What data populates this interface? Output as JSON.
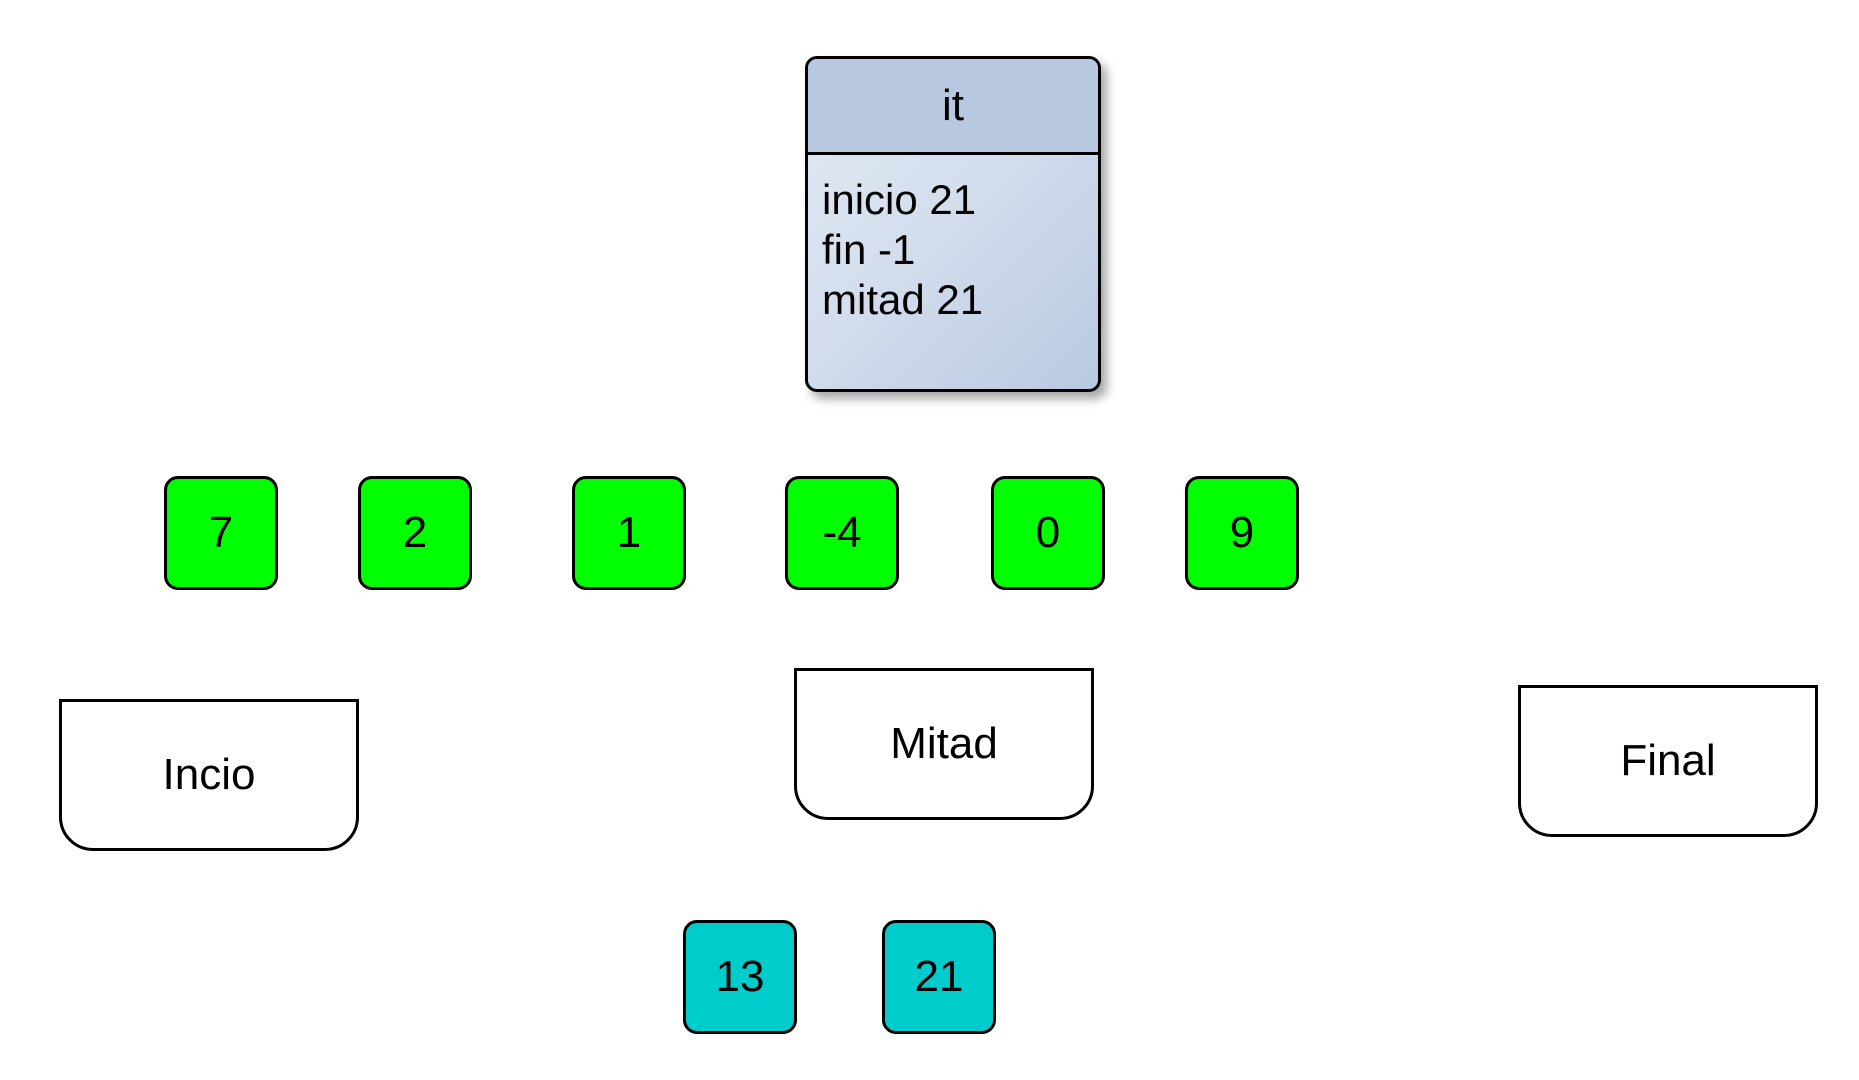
{
  "colors": {
    "array_node_fill": "#00ff00",
    "secondary_node_fill": "#00cccc",
    "class_header_fill": "#b8c8e1"
  },
  "class_box": {
    "title": "it",
    "lines": [
      "inicio 21",
      "fin -1",
      "mitad 21"
    ]
  },
  "array_nodes": [
    "7",
    "2",
    "1",
    "-4",
    "0",
    "9"
  ],
  "pointers": {
    "start": "Incio",
    "middle": "Mitad",
    "end": "Final"
  },
  "secondary_nodes": [
    "13",
    "21"
  ]
}
